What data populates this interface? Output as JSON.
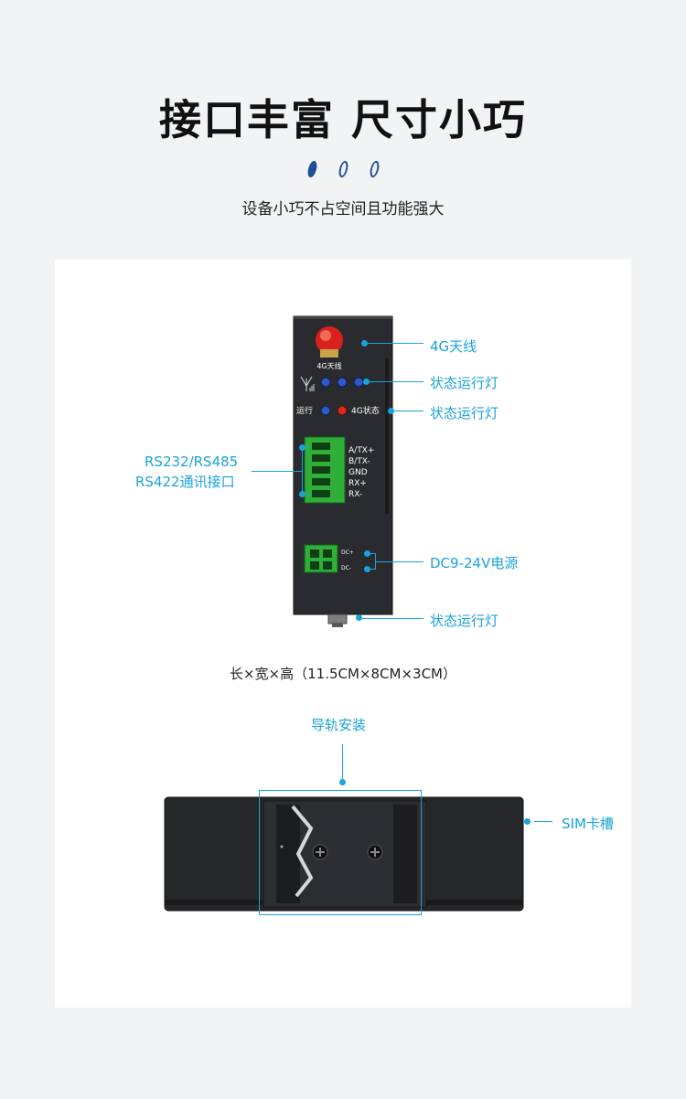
{
  "header": {
    "title": "接口丰富  尺寸小巧",
    "subtitle": "设备小巧不占空间且功能强大"
  },
  "colors": {
    "accent": "#1aa3d9",
    "brand_blue": "#1f4f9c",
    "terminal_green": "#2fae3a"
  },
  "device_front": {
    "antenna_text": "4G天线",
    "run_text": "运行",
    "state_text": "4G状态",
    "pins": [
      "A/TX+",
      "B/TX-",
      "GND",
      "RX+",
      "RX-"
    ],
    "power_pins": [
      "DC+",
      "DC-"
    ],
    "icons": [
      "antenna-icon",
      "signal-icon"
    ]
  },
  "callouts": {
    "antenna": "4G天线",
    "status1": "状态运行灯",
    "status2": "状态运行灯",
    "serial_line1": "RS232/RS485",
    "serial_line2": "RS422通讯接口",
    "power": "DC9-24V电源",
    "status3": "状态运行灯"
  },
  "dimensions": "长×宽×高（11.5CM×8CM×3CM）",
  "rail": {
    "label": "导轨安装",
    "sim_label": "SIM卡槽"
  }
}
